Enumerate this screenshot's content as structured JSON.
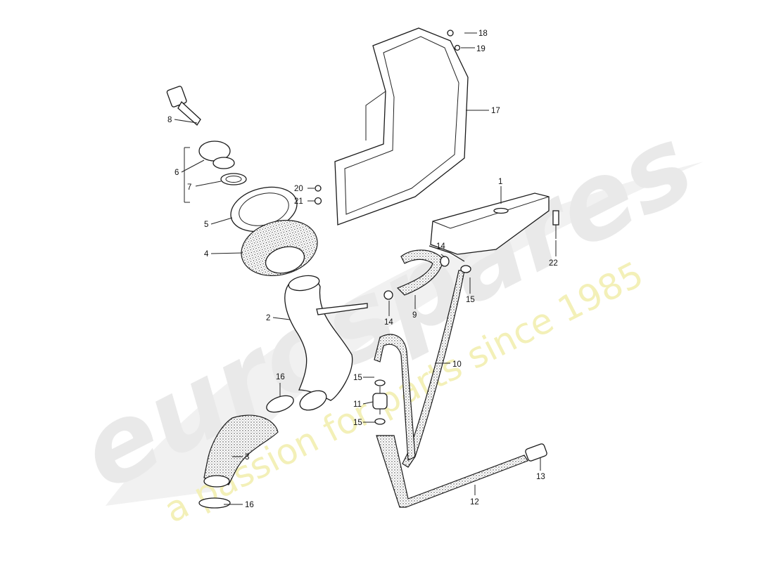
{
  "watermark": {
    "logo": "eurospares",
    "tagline": "a passion for parts since 1985"
  },
  "callouts": {
    "c1": "1",
    "c2": "2",
    "c3": "3",
    "c4": "4",
    "c5": "5",
    "c6": "6",
    "c7": "7",
    "c8": "8",
    "c9": "9",
    "c10": "10",
    "c11": "11",
    "c12": "12",
    "c13": "13",
    "c14a": "14",
    "c14b": "14",
    "c15a": "15",
    "c15b": "15",
    "c15c": "15",
    "c16a": "16",
    "c16b": "16",
    "c17": "17",
    "c18": "18",
    "c19": "19",
    "c20": "20",
    "c21": "21",
    "c22": "22"
  }
}
